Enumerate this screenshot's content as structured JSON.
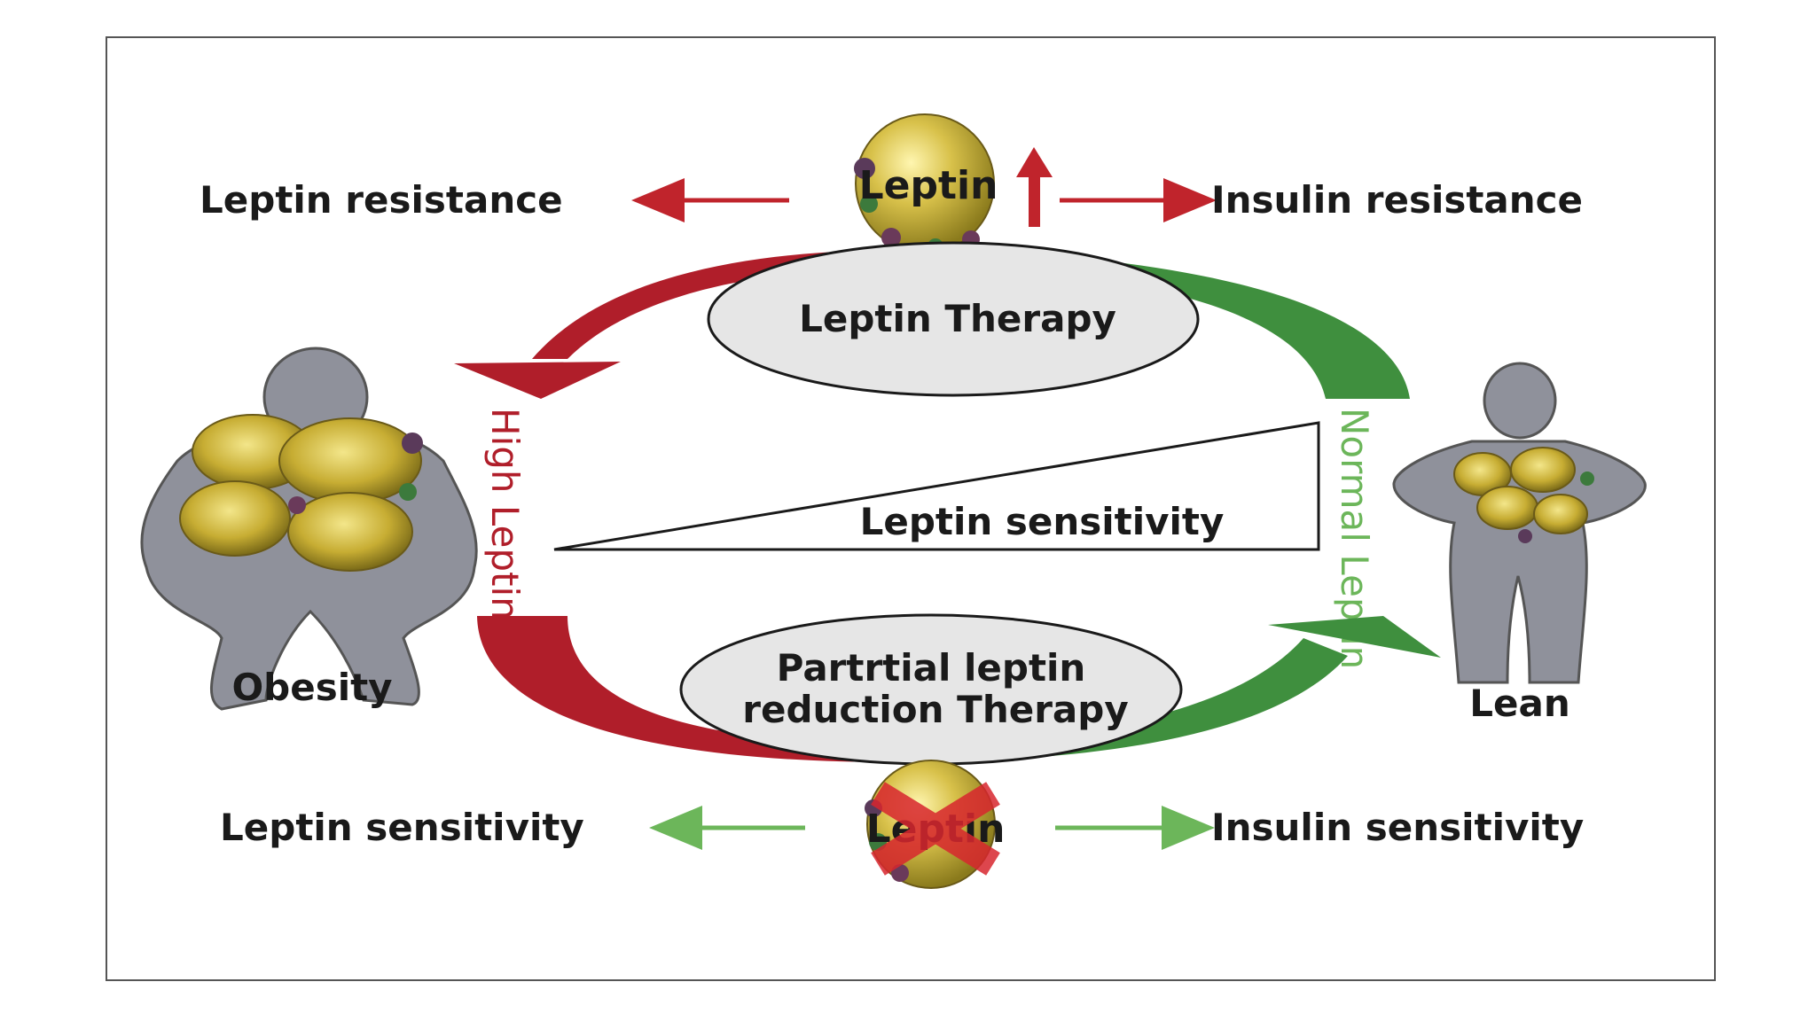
{
  "labels": {
    "leptin_resistance": "Leptin resistance",
    "insulin_resistance": "Insulin resistance",
    "leptin_top": "Leptin",
    "leptin_therapy": "Leptin Therapy",
    "high_leptin": "High Leptin",
    "normal_leptin": "Normal Leptin",
    "sensitivity_center": "Leptin sensitivity",
    "obesity": "Obesity",
    "lean": "Lean",
    "reduction_line1": "Partrtial leptin",
    "reduction_line2": "reduction Therapy",
    "leptin_bottom": "Leptin",
    "leptin_sensitivity": "Leptin sensitivity",
    "insulin_sensitivity": "Insulin sensitivity"
  },
  "colors": {
    "red": "#b01e2a",
    "green": "#3f8f3e",
    "light_green": "#6cb65a",
    "figure_gray": "#8f919b",
    "ellipse_fill": "#e6e6e6",
    "gold": "#c9b23a"
  }
}
